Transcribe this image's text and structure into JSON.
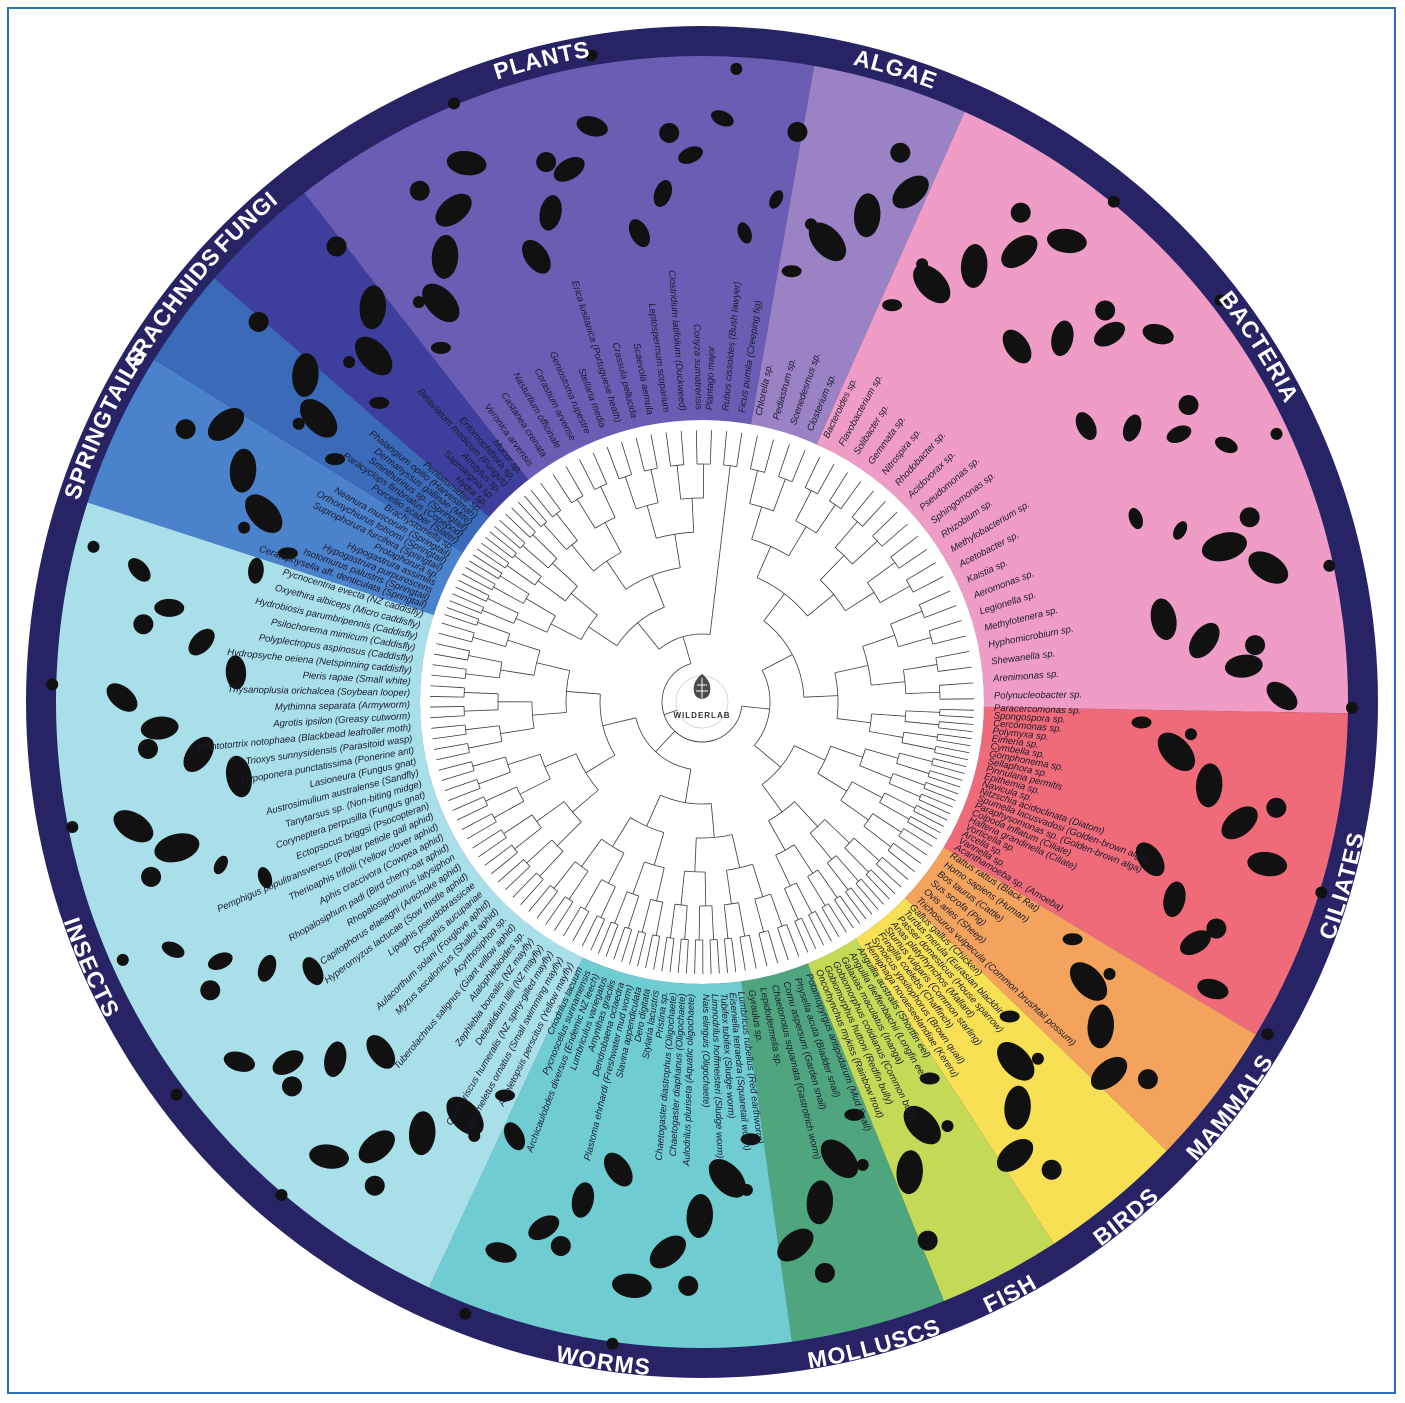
{
  "logo": {
    "name": "wilderlab-logo-icon",
    "text": "WILDERLAB"
  },
  "colors": {
    "ring": "#272466",
    "label_text": "#ffffff",
    "tree_line": "#3a3a3a"
  },
  "groups": [
    {
      "key": "plants",
      "label": "PLANTS",
      "color": "#6a5eb4",
      "species": [
        "Veronica arvensis",
        "Castanea crenata",
        "Nasturtium officinale",
        "Cerastium arvense",
        "Geniostoma rupestre",
        "Stellaria media",
        "Erica lusitanica (Portuguese heath)",
        "Crassula pellucida",
        "Scaevola aemula",
        "Leptospermum scoparium",
        "Clostridium latifolium (Duckweed)",
        "Conyza sumatrensis",
        "Plantago major",
        "Rubus cissoides (Bush lawyer)",
        "Ficus pumila (Creeping fig)"
      ]
    },
    {
      "key": "algae",
      "label": "ALGAE",
      "color": "#9a82c4",
      "species": [
        "Chlorella sp.",
        "Pediastrum sp.",
        "Scenedesmus sp.",
        "Closterium sp."
      ]
    },
    {
      "key": "bacteria",
      "label": "BACTERIA",
      "color": "#ef9dc6",
      "species": [
        "Bacteroides sp.",
        "Flavobacterium sp.",
        "Solibacter sp.",
        "Gemmata sp.",
        "Nitrospira sp.",
        "Rhodobacter sp.",
        "Acidovorax sp.",
        "Pseudomonas sp.",
        "Sphingomonas sp.",
        "Rhizobium sp.",
        "Methylobacterium sp.",
        "Acetobacter sp.",
        "Kaistia sp.",
        "Aeromonas sp.",
        "Legionella sp.",
        "Methylotenera sp.",
        "Hyphomicrobium sp.",
        "Shewanella sp.",
        "Arenimonas sp.",
        "Polynucleobacter sp."
      ]
    },
    {
      "key": "ciliates",
      "label": "CILIATES",
      "color": "#ef6b7a",
      "species": [
        "Paracercomonas sp.",
        "Spongospora sp.",
        "Cercomonas sp.",
        "Polymyxa sp.",
        "Eimeria sp.",
        "Cymbella sp.",
        "Gomphonema sp.",
        "Sellaphora sp.",
        "Pinnularia permitis",
        "Epithemia sp.",
        "Navicula sp.",
        "Nitzschia acidoclinata (Diatom)",
        "Spumella lacusvadosi (Golden-brown alga)",
        "Paraphysomonas sp. (Golden-brown alga)",
        "Colpoda inflatum (Ciliate)",
        "Halteria grandinella (Ciliate)",
        "Vorticella sp.",
        "Arcella sp.",
        "Vannella sp.",
        "Acanthamoeba sp. (Amoeba)"
      ]
    },
    {
      "key": "mammals",
      "label": "MAMMALS",
      "color": "#f3a35c",
      "species": [
        "Rattus rattus (Black Rat)",
        "Homo sapiens (Human)",
        "Bos taurus (Cattle)",
        "Sus scrofa (Pig)",
        "Ovis aries (Sheep)",
        "Trichosurus vulpecula (Common brushtail possum)"
      ]
    },
    {
      "key": "birds",
      "label": "BIRDS",
      "color": "#f7e054",
      "species": [
        "Gallus gallus (Chicken)",
        "Turdus merula (Eurasian blackbird)",
        "Passer domesticus (House sparrow)",
        "Anas platyrhynchos (Mallard)",
        "Sturnus vulgaris (Common starling)",
        "Fringilla coelebs (Chaffinch)",
        "Synoicus ypsilophorus (Brown quail)",
        "Hemiphaga novaeseelandiae (Kereru)"
      ]
    },
    {
      "key": "fish",
      "label": "FISH",
      "color": "#c4d955",
      "species": [
        "Anguilla australis (Shortfin eel)",
        "Anguilla dieffenbachii (Longfin eel)",
        "Galaxias maculatus (Inanga)",
        "Gobiomorphus cotidianus (Common bully)",
        "Gobiomorphus huttoni (Redfin bully)",
        "Oncorhynchus mykiss (Rainbow trout)"
      ]
    },
    {
      "key": "molluscs",
      "label": "MOLLUSCS",
      "color": "#4fa67e",
      "species": [
        "Potamopyrgus antipodarum (Mud Snail)",
        "Physella acuta (Bladder snail)",
        "Cornu aspersum (Garden snail)",
        "Chaetonotus squamata (Gastrotrich worm)",
        "Lepidodermella sp.",
        "Gyraulus sp."
      ]
    },
    {
      "key": "worms",
      "label": "WORMS",
      "color": "#6fcdd1",
      "species": [
        "Lumbricus rubellus (Red earthworm)",
        "Eiseniella tetraedra (Squaretail worm)",
        "Tubifex tubifex (Sludge worm)",
        "Limnodrilus hoffmeisteri (Sludge worm)",
        "Nais elinguis (Oligochaete)",
        "Aulodrilus pluriseta (Aquatic oligochaete)",
        "Chaetogaster diaphanus (Oligochaete)",
        "Chaetogaster diastrophus (Oligochaete)",
        "Pristina sp.",
        "Stylaria lacustris",
        "Dero digitata",
        "Slavina appendiculata",
        "Plastoma ehrhardi (Freshwater mud worm)",
        "Dendrobaena octaedra",
        "Amynthas gracilis",
        "Lumbriculus variegatus",
        "Archicaulobdes diversus (Endemic NZ leech)",
        "Pycnoscelus surinamensis",
        "Criodrilus lacuum"
      ]
    },
    {
      "key": "insects",
      "label": "INSECTS",
      "color": "#a9dfe8",
      "species": [
        "Ameletopsis perscitus (Yellow mayfly)",
        "Nesameletus ornatus (Small swimming mayfly)",
        "Coloburiscus humeralis (NZ spiny-gilled mayfly)",
        "Deleatidium lillii (NZ mayfly)",
        "Zephlebia borealis (NZ mayfly)",
        "Atalophlebioides sp.",
        "Tuberolachnus salignus (Giant willow aphid)",
        "Acyrthosiphon sp.",
        "Myzus ascalonicus (Shallot aphid)",
        "Aulacorthum solani (Foxglove aphid)",
        "Dysaphis aucupariae",
        "Lipaphis pseudobrassicae",
        "Hyperomyzus lactucae (Sow thistle aphid)",
        "Capitophorus elaeagni (Artichoke aphid)",
        "Rhopalosiphoninus latysiphon",
        "Rhopalosiphum padi (Bird cherry-oat aphid)",
        "Aphis craccivora (Cowpea aphid)",
        "Therioaphis trifolii (Yellow clover aphid)",
        "Pemphigus populitransversus (Poplar petiole gall aphid)",
        "Ectopsocus briggsi (Psocopteran)",
        "Coryneptera perpusilla (Fungus gnat)",
        "Tanytarsus sp. (Non-biting midge)",
        "Austrosimulium australense (Sandfly)",
        "Lasioneura (Fungus gnat)",
        "Hypoponera punctatissima (Ponerine ant)",
        "Trioxys sunnysidensis (Parasitoid wasp)",
        "Plantotortrix notophaea (Blackbead leafroller moth)",
        "Agrotis ipsilon (Greasy cutworm)",
        "Mythimna separata (Armyworm)",
        "Thysanoplusia orichalcea (Soybean looper)",
        "Pieris rapae (Small white)",
        "Hydropsyche oeiena (Netspinning caddisfly)",
        "Polyplectropus aspinosus (Caddisfly)",
        "Psilochorema mimicum (Caddisfly)",
        "Hydrobiosis parumbripennis (Caddisfly)",
        "Oxyethira albiceps (Micro caddisfly)",
        "Pycnocentria evecta (NZ caddisfly)"
      ]
    },
    {
      "key": "springtails",
      "label": "SPRINGTAILS",
      "color": "#4b82cc",
      "species": [
        "Ceratophysella aff. denticulata (Springtail)",
        "Isotomurus palustris (Springtail)",
        "Hypogastrura purpurescens",
        "Hypogastrura assimilis",
        "Protaphorura sp.",
        "Suprophorura furcifera (Springtail)",
        "Orthonychiurus folsomi (Springtail)",
        "Neanura muscorum (Springtail)",
        "Brachystomella sp."
      ]
    },
    {
      "key": "arachnids",
      "label": "ARACHNIDS",
      "color": "#3a6ab8",
      "species": [
        "Porcellio scaber (Slater)",
        "Paracyclops fimbriatus (Copepod)",
        "Sminthurinus sp. (Springtail)",
        "Dermanyssus gallinae (Mite)",
        "Phalangium opilio (Harvestman)",
        "Pentatomidae sp."
      ]
    },
    {
      "key": "fungi",
      "label": "FUNGI",
      "color": "#3e3f9c",
      "species": [
        "Hydra sp.",
        "Saprolegnia sp.",
        "Atrotylus sp.",
        "Betaviatum medicum (Fungus)",
        "Entomophthora sp.",
        "Mucor sp."
      ]
    }
  ]
}
